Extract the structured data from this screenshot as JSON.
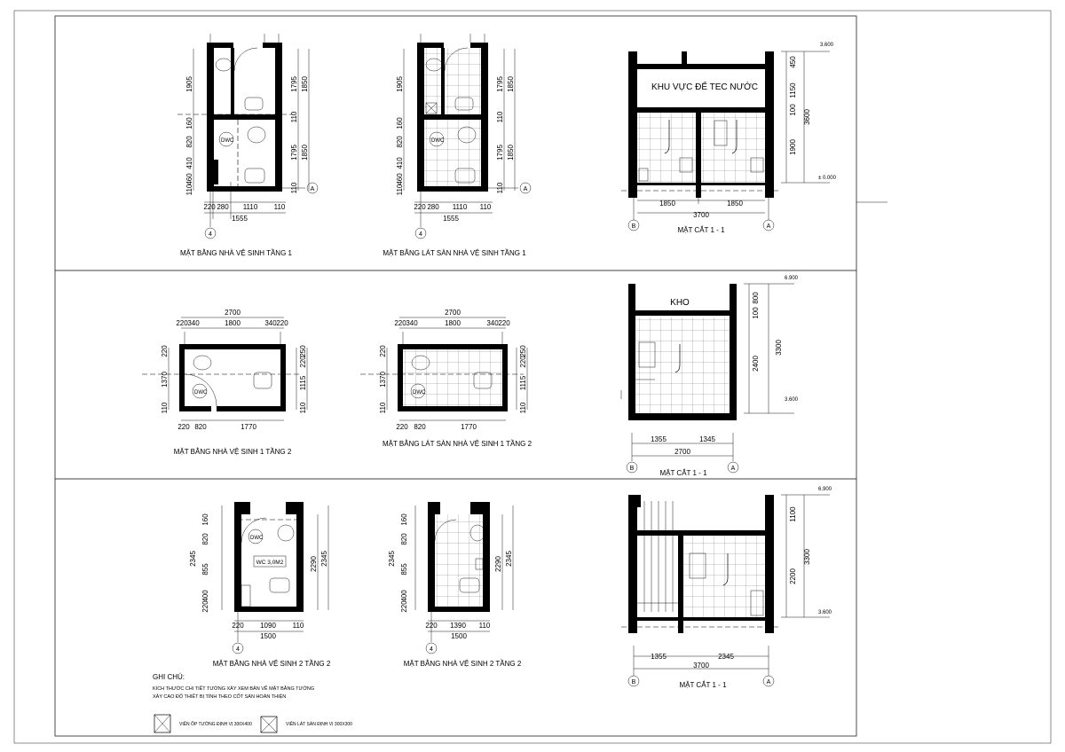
{
  "titles": {
    "p1": "MẶT BẰNG NHÀ VỆ SINH TẦNG 1",
    "p2": "MẶT BẰNG LÁT SÀN NHÀ VỆ SINH TẦNG 1",
    "s1": "MẶT CẮT 1 - 1",
    "p3": "MẶT BẰNG NHÀ VỆ SINH 1 TẦNG 2",
    "p4": "MẶT BẰNG LÁT SÀN NHÀ VỆ SINH 1 TẦNG 2",
    "s2": "MẶT CẮT 1 - 1",
    "p5": "MẶT BẰNG NHÀ VỆ SINH 2 TẦNG 2",
    "p6": "MẶT BẰNG NHÀ VỆ SINH 2 TẦNG 2",
    "s3": "MẶT CẮT 1 - 1"
  },
  "labels": {
    "tank_area": "KHU VỰC ĐỂ TEC NƯỚC",
    "kho": "KHO",
    "wc_tag": "WC 3,0M2",
    "dwc": "DWC"
  },
  "grid_marks": {
    "a": "A",
    "b": "B",
    "four": "4"
  },
  "levels": {
    "l1": "3.600",
    "l0": "± 0.000",
    "l2": "6.900"
  },
  "dims": {
    "p1_left": [
      "1905",
      "160",
      "820",
      "410",
      "110",
      "460"
    ],
    "p1_right": [
      "1795",
      "110",
      "1795",
      "110"
    ],
    "p1_outer": [
      "1850",
      "1850"
    ],
    "p1_bottom": [
      "220",
      "280",
      "1110",
      "110"
    ],
    "p1_total": "1555",
    "s1_right": [
      "450",
      "1150",
      "100",
      "1900"
    ],
    "s1_total_h": "3600",
    "s1_bottom": [
      "1850",
      "1850"
    ],
    "s1_total_w": "3700",
    "p3_top_total": "2700",
    "p3_top": [
      "220",
      "340",
      "1800",
      "340",
      "220"
    ],
    "p3_left": [
      "220",
      "1370",
      "110"
    ],
    "p3_right": [
      "250",
      "220",
      "1115",
      "110"
    ],
    "p3_bottom": [
      "220",
      "820",
      "1770"
    ],
    "s2_right": [
      "800",
      "100",
      "2400"
    ],
    "s2_total_h": "3300",
    "s2_bottom": [
      "1355",
      "1345"
    ],
    "s2_total_w": "2700",
    "p5_left": [
      "160",
      "820",
      "2345",
      "855",
      "400",
      "220"
    ],
    "p5_right": [
      "2290",
      "2345"
    ],
    "p5_bottom": [
      "220",
      "1090",
      "110"
    ],
    "p6_bottom": [
      "220",
      "1390",
      "110"
    ],
    "p5_total": "1500",
    "s3_right": [
      "1100",
      "2200"
    ],
    "s3_total_h": "3300",
    "s3_bottom": [
      "1355",
      "2345"
    ],
    "s3_total_w": "3700"
  },
  "notes": {
    "heading": "GHI CHÚ:",
    "line1": "KÍCH THƯỚC CHI TIẾT TƯỜNG XÂY XEM BẢN VẼ MẶT BẰNG TƯỜNG",
    "line2": "XÂY CAO ĐỘ THIẾT BỊ TÍNH THEO CỐT SÀN HOÀN THIỆN",
    "legend1": "VIÊN ỐP TƯỜNG ĐỊNH VỊ 300X400",
    "legend2": "VIÊN LÁT SÀN ĐỊNH VỊ 300X300"
  }
}
